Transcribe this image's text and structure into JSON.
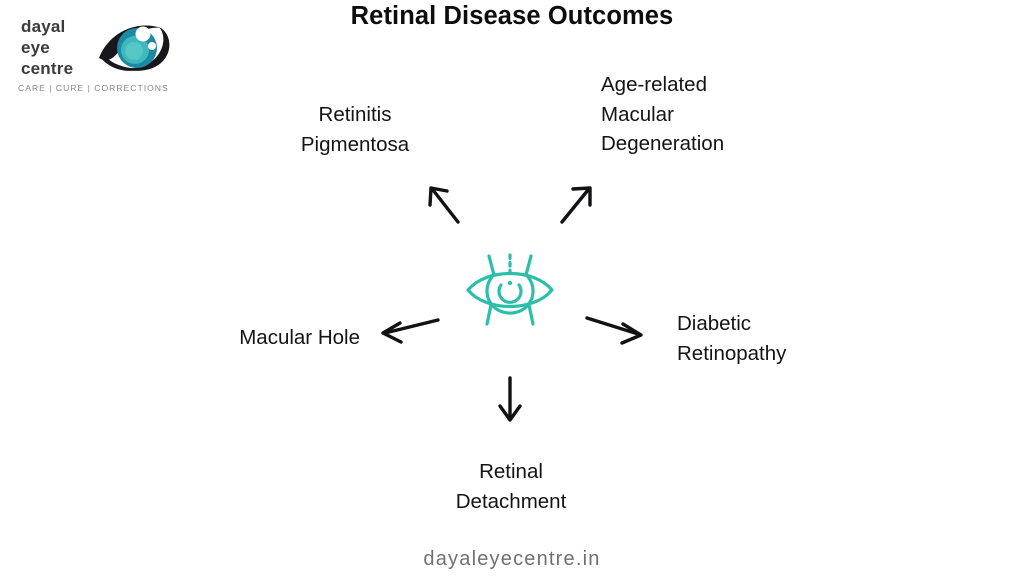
{
  "header": {
    "title": "Retinal Disease Outcomes"
  },
  "logo": {
    "wordmark": "dayal\neye\ncentre",
    "tagline": "CARE  |  CURE  |  CORRECTIONS",
    "mark_name": "dayal-eye-centre-eye-logo",
    "colors": {
      "wordmark": "#3b3b3d",
      "tagline": "#86878a",
      "iris": "#1f8fa5",
      "iris_inner": "#4cc3c8",
      "lid": "#18181c"
    }
  },
  "diagram": {
    "type": "radial-spoke",
    "center_icon": {
      "name": "eye-scan-icon",
      "color": "#2cbfa8"
    },
    "nodes": [
      {
        "id": "retinitis-pigmentosa",
        "label": "Retinitis\nPigmentosa",
        "direction": "up-left",
        "arrow": "arrow-up-left"
      },
      {
        "id": "age-related-macular-degeneration",
        "label": "Age-related\nMacular\nDegeneration",
        "direction": "up-right",
        "arrow": "arrow-up-right"
      },
      {
        "id": "diabetic-retinopathy",
        "label": "Diabetic\nRetinopathy",
        "direction": "right",
        "arrow": "arrow-right"
      },
      {
        "id": "retinal-detachment",
        "label": "Retinal\nDetachment",
        "direction": "down",
        "arrow": "arrow-down"
      },
      {
        "id": "macular-hole",
        "label": "Macular Hole",
        "direction": "left",
        "arrow": "arrow-left"
      }
    ]
  },
  "footer": {
    "website": "dayaleyecentre.in"
  }
}
